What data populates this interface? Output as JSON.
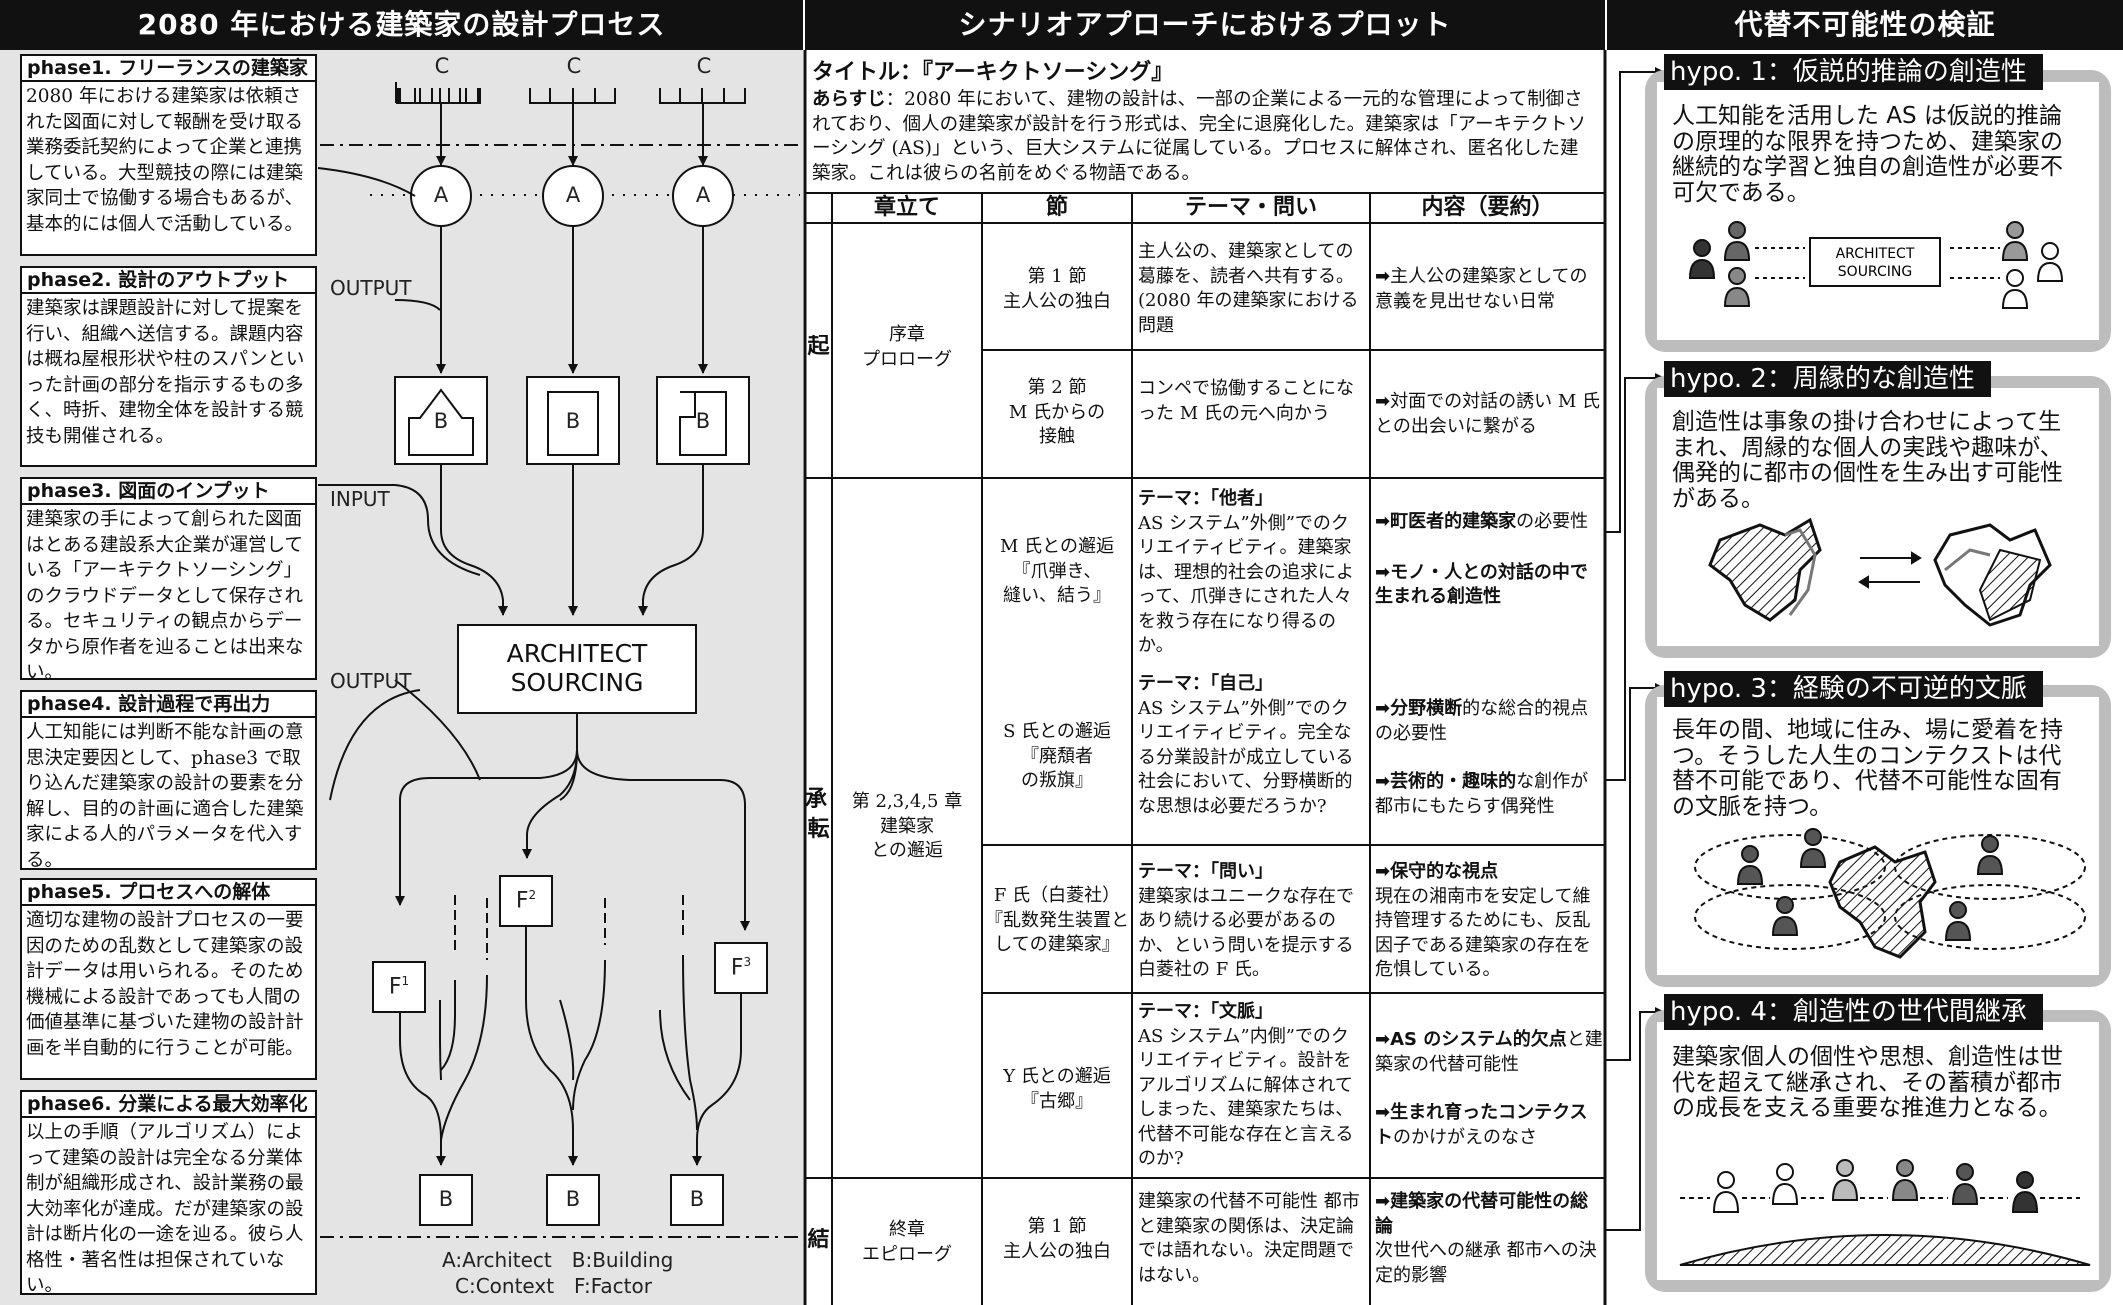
{
  "headers": {
    "left": "2080 年における建築家の設計プロセス",
    "middle": "シナリオアプローチにおけるプロット",
    "right": "代替不可能性の検証"
  },
  "phases": [
    {
      "title": "phase1. フリーランスの建築家",
      "text": "2080 年における建築家は依頼された図面に対して報酬を受け取る業務委託契約によって企業と連携している。大型競技の際には建築家同士で協働する場合もあるが、基本的には個人で活動している。"
    },
    {
      "title": "phase2. 設計のアウトプット",
      "text": "建築家は課題設計に対して提案を行い、組織へ送信する。課題内容は概ね屋根形状や柱のスパンといった計画の部分を指示するもの多く、時折、建物全体を設計する競技も開催される。"
    },
    {
      "title": "phase3. 図面のインプット",
      "text": "建築家の手によって創られた図面はとある建設系大企業が運営している「アーキテクトソーシング」のクラウドデータとして保存される。セキュリティの観点からデータから原作者を辿ることは出来ない。"
    },
    {
      "title": "phase4. 設計過程で再出力",
      "text": "人工知能には判断不能な計画の意思決定要因として、phase3 で取り込んだ建築家の設計の要素を分解し、目的の計画に適合した建築家による人的パラメータを代入する。"
    },
    {
      "title": "phase5. プロセスへの解体",
      "text": "適切な建物の設計プロセスの一要因のための乱数として建築家の設計データは用いられる。そのため機械による設計であっても人間の価値基準に基づいた建物の設計計画を半自動的に行うことが可能。"
    },
    {
      "title": "phase6. 分業による最大効率化",
      "text": "以上の手順（アルゴリズム）によって建築の設計は完全なる分業体制が組織形成され、設計業務の最大効率化が達成。だが建築家の設計は断片化の一途を辿る。彼ら人格性・著名性は担保されていない。"
    }
  ],
  "diagram": {
    "c": "C",
    "a": "A",
    "b": "B",
    "f1": "F",
    "f1sup": "1",
    "f2": "F",
    "f2sup": "2",
    "f3": "F",
    "f3sup": "3",
    "output1": "OUTPUT",
    "input": "INPUT",
    "output2": "OUTPUT",
    "as_line1": "ARCHITECT",
    "as_line2": "SOURCING",
    "legend1": "A:Architect　B:Building",
    "legend2": "C:Context　F:Factor"
  },
  "scenario": {
    "title": "タイトル：『アーキクトソーシング』",
    "synopsis_label": "あらすじ",
    "synopsis": "：2080 年において、建物の設計は、一部の企業による一元的な管理によって制御されており、個人の建築家が設計を行う形式は、完全に退廃化した。建築家は「アーキテクトソーシング (AS)」という、巨大システムに従属している。プロセスに解体され、匿名化した建築家。これは彼らの名前をめぐる物語である。",
    "headers": [
      "章立て",
      "節",
      "テーマ・問い",
      "内容（要約）"
    ],
    "ki": "起",
    "shoten": "承・転",
    "ketsu": "結",
    "chapters": {
      "prologue1": "序章",
      "prologue2": "プロローグ",
      "middle1": "第 2,3,4,5 章",
      "middle2": "建築家",
      "middle3": "との邂逅",
      "epilogue1": "終章",
      "epilogue2": "エピローグ"
    },
    "rows": [
      {
        "sec1": "第 1 節",
        "sec2": "主人公の独白",
        "sec3": "",
        "theme_label": "",
        "theme": "主人公の、建築家としての葛藤を、読者へ共有する。(2080 年の建築家における問題",
        "c1b": "➡",
        "c1": "主人公の建築家としての意義を見出せない日常",
        "c2b": "",
        "c2": ""
      },
      {
        "sec1": "第 2 節",
        "sec2": "M 氏からの",
        "sec3": "接触",
        "theme_label": "",
        "theme": "コンペで協働することになった M 氏の元へ向かう",
        "c1b": "➡",
        "c1": "対面での対話の誘い M 氏との出会いに繋がる",
        "c2b": "",
        "c2": ""
      },
      {
        "sec1": "M 氏との邂逅",
        "sec2": "『爪弾き、",
        "sec3": "縫い、結う』",
        "theme_label": "テーマ：「他者」",
        "theme": "AS システム”外側”でのクリエイティビティ。建築家は、理想的社会の追求によって、爪弾きにされた人々を救う存在になり得るのか。",
        "c1b": "➡町医者的建築家",
        "c1": "の必要性",
        "c2b": "➡モノ・人との対話の中で生まれる創造性",
        "c2": ""
      },
      {
        "sec1": "S 氏との邂逅",
        "sec2": "『廃頽者",
        "sec3": "の叛旗』",
        "theme_label": "テーマ：「自己」",
        "theme": "AS システム”外側”でのクリエイティビティ。完全なる分業設計が成立している社会において、分野横断的な思想は必要だろうか?",
        "c1b": "➡分野横断",
        "c1": "的な総合的視点の必要性",
        "c2b": "➡芸術的・趣味的",
        "c2": "な創作が都市にもたらす偶発性"
      },
      {
        "sec1": "F 氏（白菱社）",
        "sec2": "『乱数発生装置と",
        "sec3": "しての建築家』",
        "theme_label": "テーマ：「問い」",
        "theme": "建築家はユニークな存在であり続ける必要があるのか、という問いを提示する白菱社の F 氏。",
        "c1b": "➡保守的な視点",
        "c1": "現在の湘南市を安定して維持管理するためにも、反乱因子である建築家の存在を危惧している。",
        "c2b": "",
        "c2": ""
      },
      {
        "sec1": "Y 氏との邂逅",
        "sec2": "『古郷』",
        "sec3": "",
        "theme_label": "テーマ：「文脈」",
        "theme": "AS システム”内側”でのクリエイティビティ。設計をアルゴリズムに解体されてしまった、建築家たちは、代替不可能な存在と言えるのか?",
        "c1b": "➡AS のシステム的欠点",
        "c1": "と建築家の代替可能性",
        "c2b": "➡生まれ育ったコンテクスト",
        "c2": "のかけがえのなさ"
      },
      {
        "sec1": "第 1 節",
        "sec2": "主人公の独白",
        "sec3": "",
        "theme_label": "",
        "theme": "建築家の代替不可能性 都市と建築家の関係は、決定論では語れない。決定問題ではない。",
        "c1b": "➡建築家の代替可能性の総論",
        "c1": "次世代への継承 都市への決定的影響",
        "c2b": "",
        "c2": ""
      }
    ]
  },
  "hypos": [
    {
      "title": "hypo. 1：仮説的推論の創造性",
      "text": "人工知能を活用した AS は仮説的推論の原理的な限界を持つため、建築家の継続的な学習と独自の創造性が必要不可欠である。",
      "as1": "ARCHITECT",
      "as2": "SOURCING"
    },
    {
      "title": "hypo. 2：周縁的な創造性",
      "text": "創造性は事象の掛け合わせによって生まれ、周縁的な個人の実践や趣味が、偶発的に都市の個性を生み出す可能性がある。"
    },
    {
      "title": "hypo. 3：経験の不可逆的文脈",
      "text": "長年の間、地域に住み、場に愛着を持つ。そうした人生のコンテクストは代替不可能であり、代替不可能性な固有の文脈を持つ。"
    },
    {
      "title": "hypo. 4：創造性の世代間継承",
      "text": "建築家個人の個性や思想、創造性は世代を超えて継承され、その蓄積が都市の成長を支える重要な推進力となる。"
    }
  ]
}
